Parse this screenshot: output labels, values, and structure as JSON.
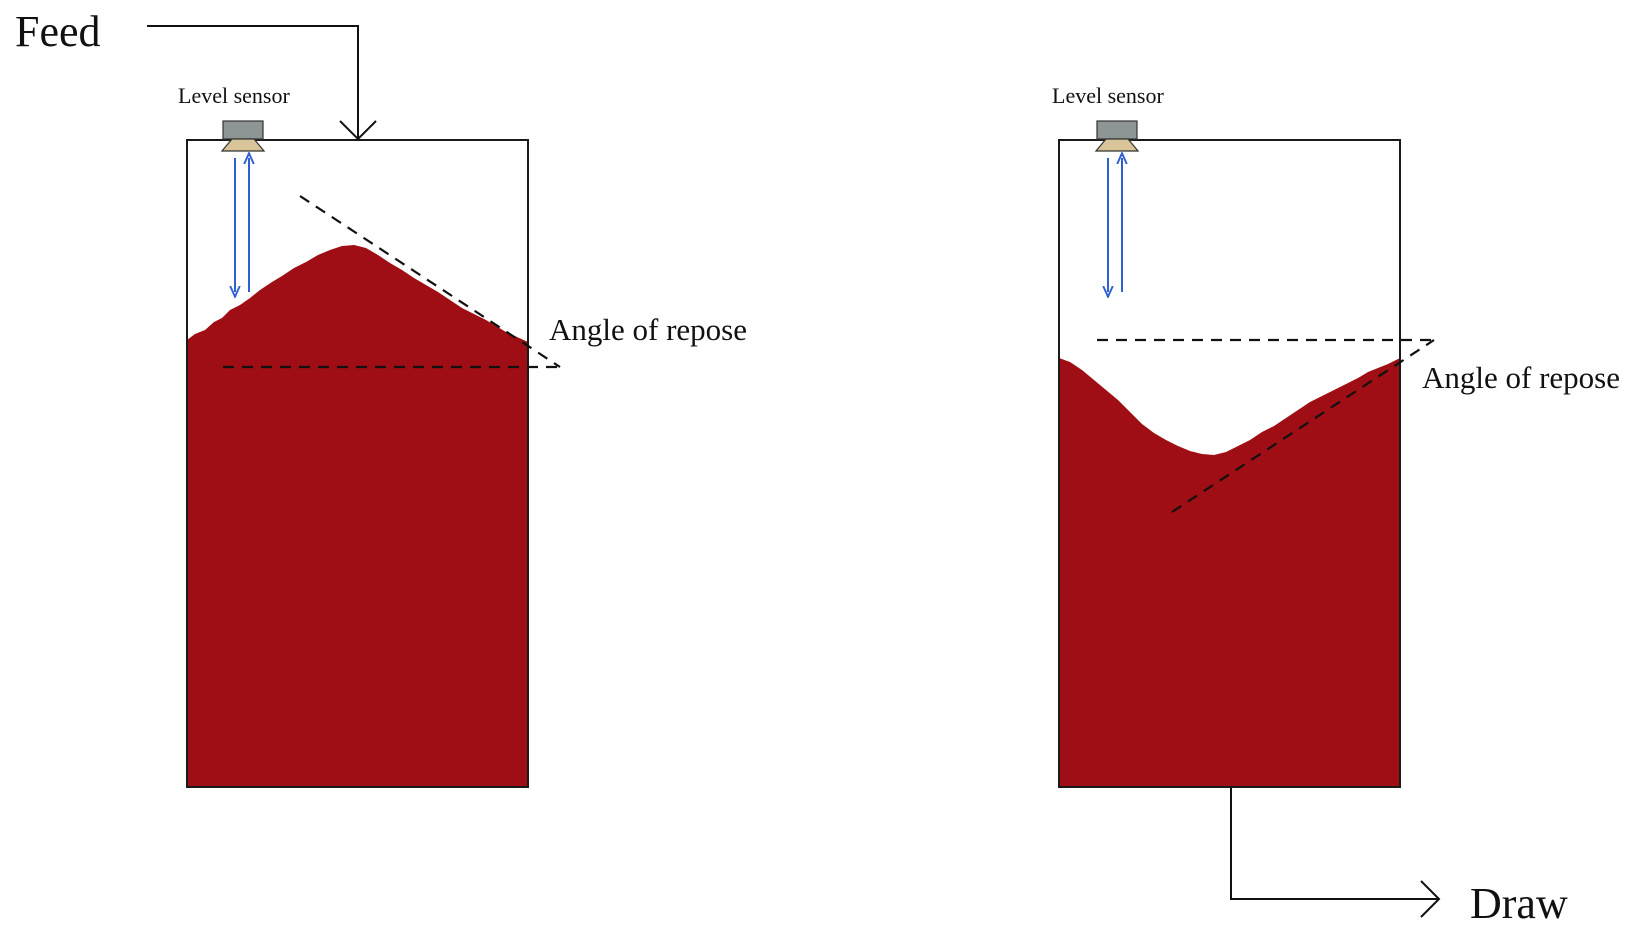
{
  "labels": {
    "feed": "Feed",
    "draw": "Draw",
    "level_sensor_left": "Level sensor",
    "level_sensor_right": "Level sensor",
    "angle_left": "Angle of repose",
    "angle_right": "Angle of repose"
  },
  "colors": {
    "material": "#9e0e14",
    "outline": "#1a1a1a",
    "sensor_body": "#8e9595",
    "sensor_cone": "#d9c49a",
    "signal": "#2f5fd0"
  }
}
